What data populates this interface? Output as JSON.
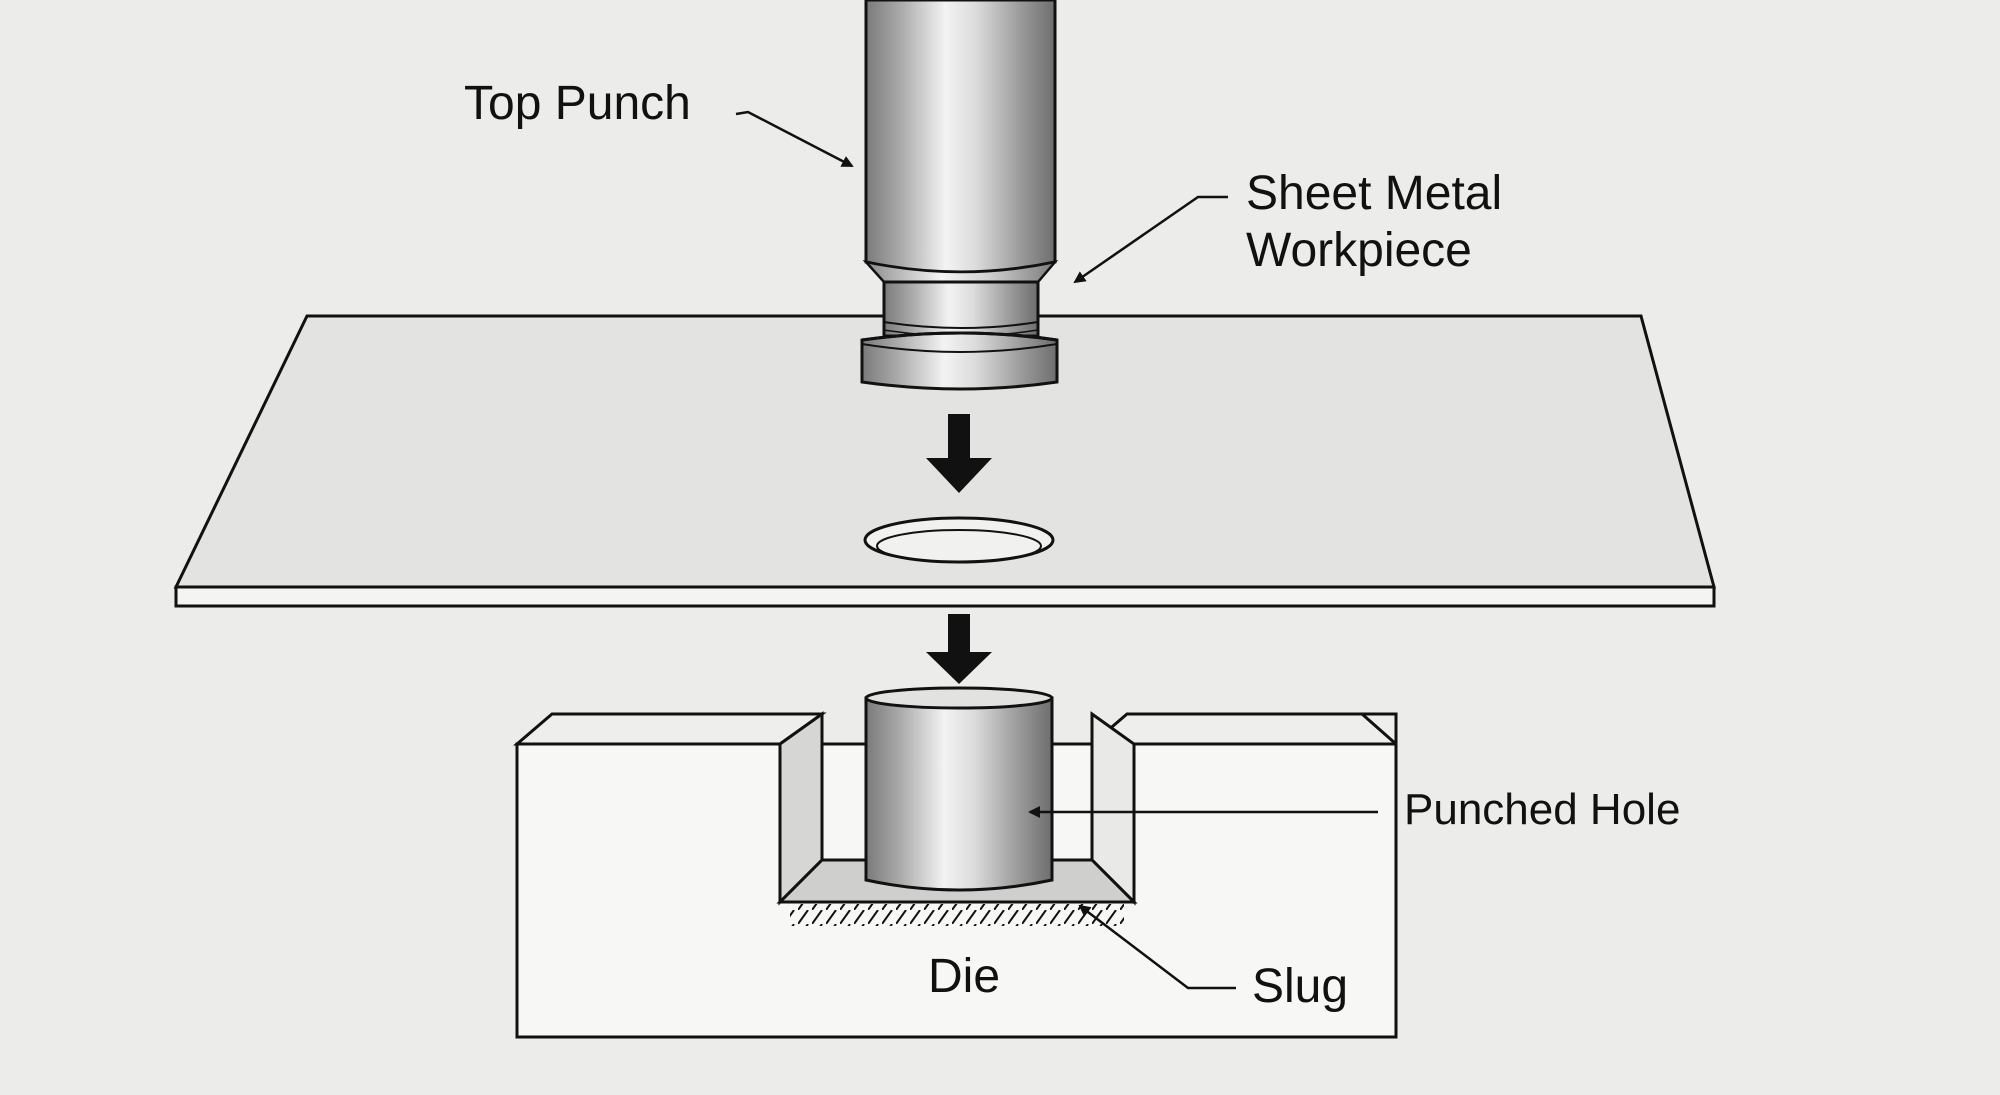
{
  "labels": {
    "top_punch": "Top Punch",
    "sheet_metal_line1": "Sheet Metal",
    "sheet_metal_line2": "Workpiece",
    "punched_hole": "Punched Hole",
    "die": "Die",
    "slug": "Slug"
  },
  "colors": {
    "background": "#ececea",
    "outline": "#111111",
    "sheet": "#e2e2e2",
    "die_face": "#f6f6f4",
    "metal_dark": "#7d7d7d",
    "metal_light": "#f2f2f2"
  },
  "icons": {
    "down_arrow_upper": "down-arrow-icon",
    "down_arrow_lower": "down-arrow-icon"
  }
}
